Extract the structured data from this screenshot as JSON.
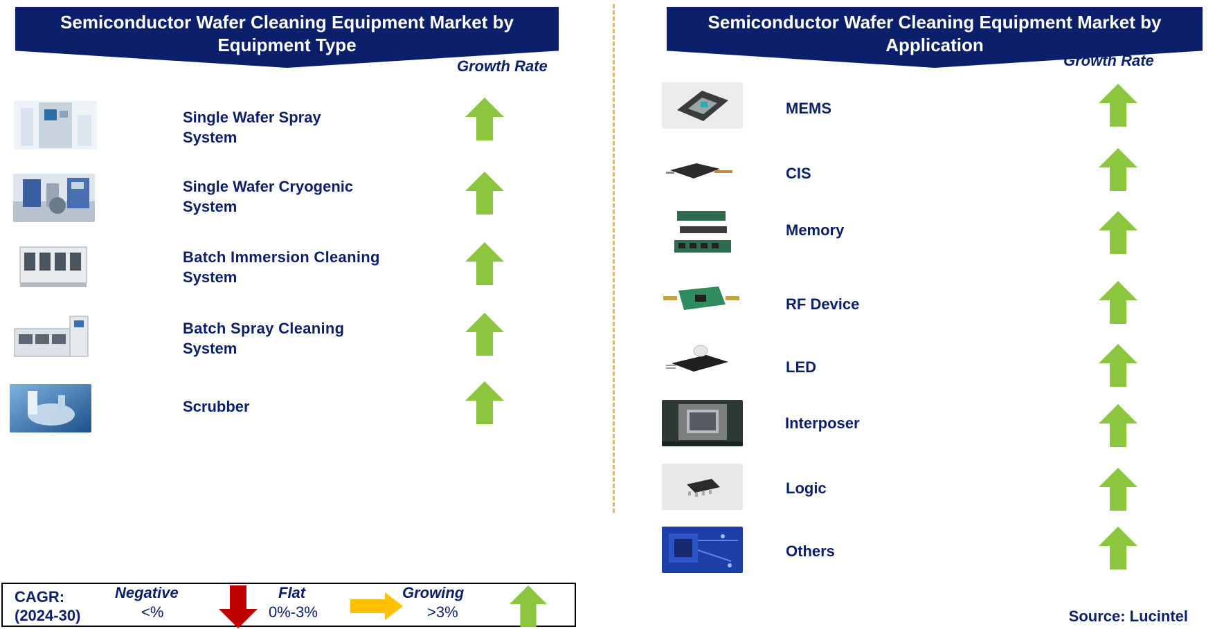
{
  "left_panel": {
    "title_line1": "Semiconductor Wafer Cleaning Equipment Market by",
    "title_line2": "Equipment Type",
    "growth_rate_label": "Growth Rate",
    "items": [
      {
        "line1": "Single Wafer Spray",
        "line2": "System",
        "trend": "growing",
        "icon": "spray-system-machine-icon"
      },
      {
        "line1": "Single Wafer Cryogenic",
        "line2": "System",
        "trend": "growing",
        "icon": "cryogenic-system-machine-icon"
      },
      {
        "line1": "Batch Immersion Cleaning",
        "line2": "System",
        "trend": "growing",
        "icon": "immersion-cleaning-machine-icon"
      },
      {
        "line1": "Batch Spray Cleaning",
        "line2": "System",
        "trend": "growing",
        "icon": "spray-cleaning-machine-icon"
      },
      {
        "line1": "Scrubber",
        "line2": "",
        "trend": "growing",
        "icon": "scrubber-machine-icon"
      }
    ]
  },
  "right_panel": {
    "title_line1": "Semiconductor Wafer Cleaning Equipment Market by",
    "title_line2": "Application",
    "growth_rate_label": "Growth Rate",
    "items": [
      {
        "label": "MEMS",
        "trend": "growing",
        "icon": "mems-chip-icon"
      },
      {
        "label": "CIS",
        "trend": "growing",
        "icon": "cis-sensor-icon"
      },
      {
        "label": "Memory",
        "trend": "growing",
        "icon": "memory-module-icon"
      },
      {
        "label": "RF Device",
        "trend": "growing",
        "icon": "rf-board-icon"
      },
      {
        "label": "LED",
        "trend": "growing",
        "icon": "led-module-icon"
      },
      {
        "label": "Interposer",
        "trend": "growing",
        "icon": "interposer-chip-icon"
      },
      {
        "label": "Logic",
        "trend": "growing",
        "icon": "logic-ic-icon"
      },
      {
        "label": "Others",
        "trend": "growing",
        "icon": "circuit-board-icon"
      }
    ]
  },
  "legend": {
    "cagr_label": "CAGR:",
    "cagr_period": "(2024-30)",
    "negative_label": "Negative",
    "negative_range": "<%",
    "flat_label": "Flat",
    "flat_range": "0%-3%",
    "growing_label": "Growing",
    "growing_range": ">3%"
  },
  "source": "Source: Lucintel",
  "colors": {
    "banner": "#0b1f6b",
    "text": "#0b1f6b",
    "growing": "#8cc63f",
    "negative": "#c00000",
    "flat": "#ffc000",
    "divider": "#f5b83c"
  }
}
